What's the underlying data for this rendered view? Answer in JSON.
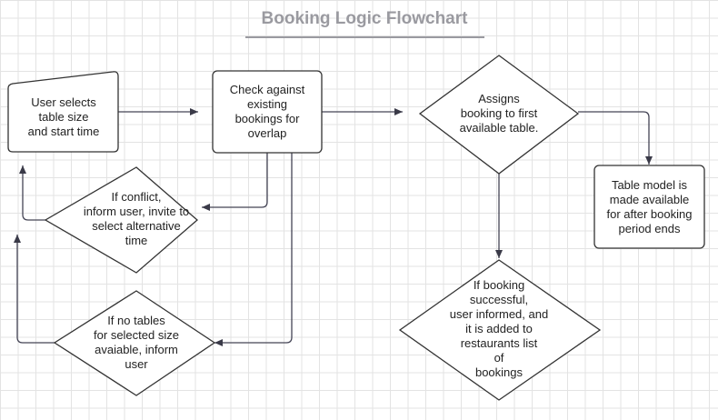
{
  "title": "Booking Logic Flowchart",
  "nodes": {
    "user_selects": "User selects\ntable size\nand start time",
    "check_overlap": "Check against\nexisting\nbookings for\noverlap",
    "assigns_booking": "Assigns\nbooking to first\navailable table.",
    "table_available": "Table model is\nmade available\nfor after booking\nperiod ends",
    "if_conflict": "If conflict,\ninform user, invite to\nselect alternative\ntime",
    "no_tables": "If no tables\nfor selected size\navaiable, inform\nuser",
    "booking_successful": "If booking\nsuccessful,\nuser informed, and\nit is added to\nrestaurants list\nof\nbookings"
  },
  "colors": {
    "stroke": "#333333",
    "connector": "#444455",
    "title": "#9a9aa0",
    "grid": "#e3e3e3",
    "fill": "#ffffff"
  }
}
